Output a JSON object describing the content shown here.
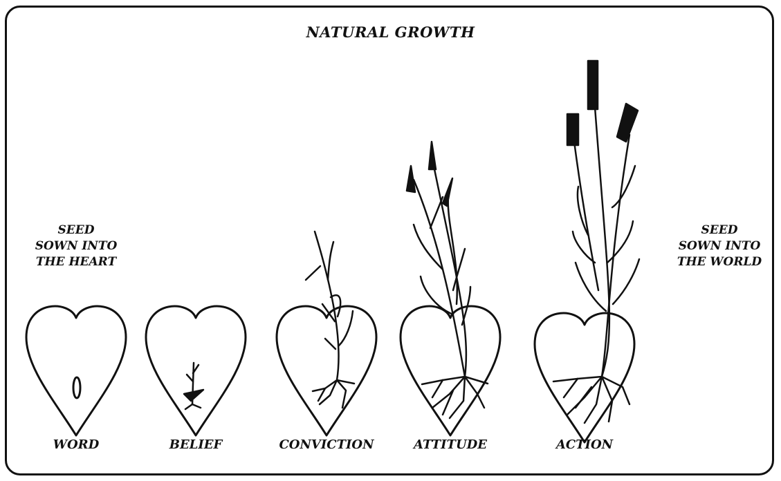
{
  "diagram": {
    "title": "NATURAL GROWTH",
    "left_caption": [
      "SEED",
      "SOWN INTO",
      "THE HEART"
    ],
    "right_caption": [
      "SEED",
      "SOWN INTO",
      "THE WORLD"
    ],
    "stages": [
      {
        "label": "WORD",
        "drawing": "seed-icon"
      },
      {
        "label": "BELIEF",
        "drawing": "sprout-icon"
      },
      {
        "label": "CONVICTION",
        "drawing": "young-plant-icon"
      },
      {
        "label": "ATTITUDE",
        "drawing": "budding-plant-icon"
      },
      {
        "label": "ACTION",
        "drawing": "mature-plant-icon"
      }
    ]
  }
}
